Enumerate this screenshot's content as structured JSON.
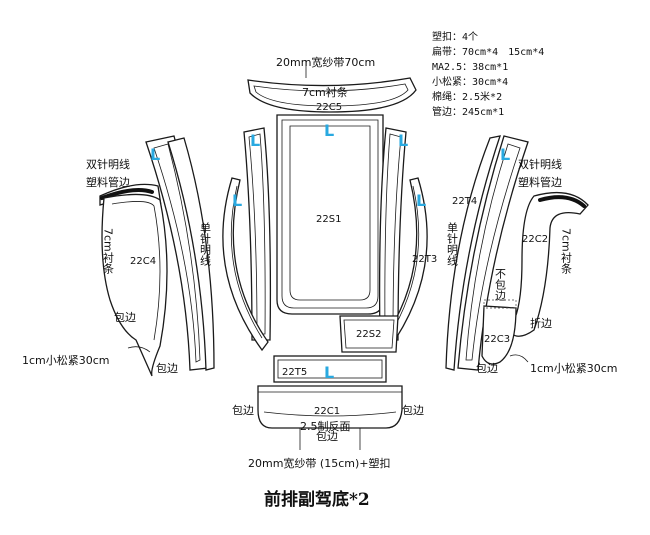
{
  "spec_lines": [
    "塑扣：4个",
    "扁带：70cm*4　15cm*4",
    "MA2.5：38cm*1",
    "小松紧：30cm*4",
    "棉绳：2.5米*2",
    "管边：245cm*1"
  ],
  "labels": {
    "top_strap": "20mm宽纱带70cm",
    "lining_strip_top": "7cm衬条",
    "top_piece": "22C5",
    "center_piece": "22S1",
    "lower_right_piece": "22S2",
    "lower_strip": "22T5",
    "bottom_piece": "22C1",
    "left_side_piece": "22C4",
    "right_side_piece": "22C2",
    "right_inner_piece": "22C3",
    "left_strip": "22T3",
    "right_strip": "22T4",
    "left_double_stitch": "双针明线",
    "left_plastic_edge": "塑料管边",
    "right_double_stitch": "双针明线",
    "right_plastic_edge": "塑料管边",
    "left_single_stitch": "单针明线",
    "right_single_stitch": "单针明线",
    "left_lining": "7cm衬条",
    "right_lining": "7cm衬条",
    "left_binding_1": "包边",
    "left_binding_2": "包边",
    "right_binding": "包边",
    "right_no_binding": "不包边",
    "fold_edge": "折边",
    "left_elastic": "1cm小松紧30cm",
    "right_elastic": "1cm小松紧30cm",
    "bottom_binding_left": "包边",
    "bottom_binding_right": "包边",
    "bottom_binding_center": "包边",
    "reverse_note": "2.5制反面",
    "bottom_strap": "20mm宽纱带 (15cm)+塑扣",
    "grain_mark": "L"
  },
  "title": "前排副驾底*2"
}
